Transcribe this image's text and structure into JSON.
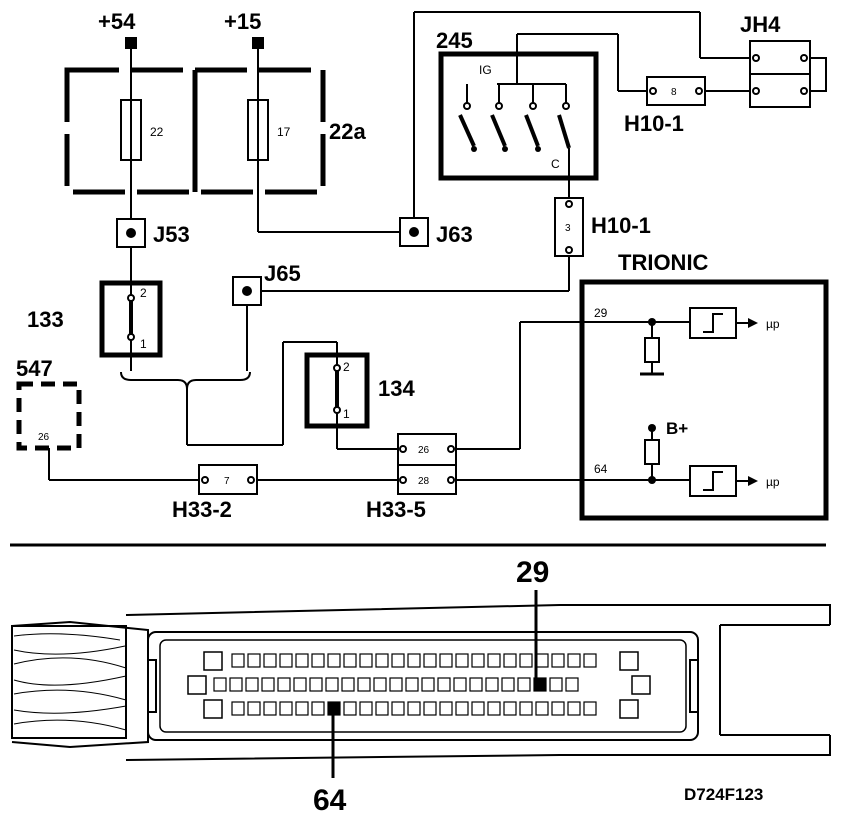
{
  "supplies": {
    "plus54": "+54",
    "plus15": "+15"
  },
  "fuses": {
    "fuse1_num": "22",
    "fuse2_num": "17",
    "fusebox_label": "22a"
  },
  "junctions": {
    "j53": "J53",
    "j63": "J63",
    "j65": "J65"
  },
  "switches": {
    "s245": "245",
    "ig": "IG",
    "c": "C",
    "s133": "133",
    "s133_pin2": "2",
    "s133_pin1": "1",
    "s134": "134",
    "s134_pin2": "2",
    "s134_pin1": "1"
  },
  "connectors": {
    "jh4": "JH4",
    "h10_top_label": "H10-1",
    "h10_top_pin": "8",
    "h10_mid_label": "H10-1",
    "h10_mid_pin": "3",
    "h33_2_label": "H33-2",
    "h33_2_pin": "7",
    "h33_5_label": "H33-5",
    "h33_5_pin_top": "26",
    "h33_5_pin_bot": "28"
  },
  "component547": {
    "label": "547",
    "pin": "26"
  },
  "trionic": {
    "title": "TRIONIC",
    "pin29": "29",
    "pin64": "64",
    "bplus": "B+",
    "mu_top": "µp",
    "mu_bot": "µp"
  },
  "connector_view": {
    "callout_29": "29",
    "callout_64": "64"
  },
  "drawing_code": "D724F123"
}
